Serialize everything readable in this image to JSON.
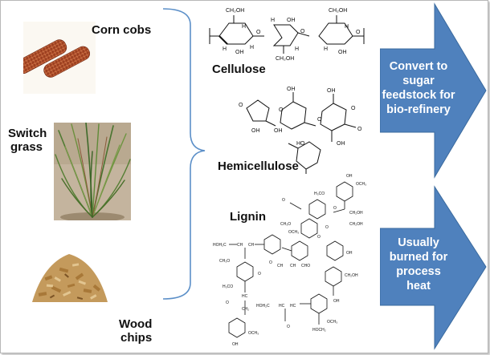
{
  "sources": {
    "corn_cobs": "Corn cobs",
    "switch_grass_line1": "Switch",
    "switch_grass_line2": "grass",
    "wood_chips_line1": "Wood",
    "wood_chips_line2": "chips"
  },
  "components": {
    "cellulose": "Cellulose",
    "hemicellulose": "Hemicellulose",
    "lignin": "Lignin"
  },
  "arrows": {
    "top": {
      "line1": "Convert to",
      "line2": "sugar",
      "line3": "feedstock for",
      "line4": "bio-refinery"
    },
    "bottom": {
      "line1": "Usually",
      "line2": "burned for",
      "line3": "process",
      "line4": "heat"
    }
  },
  "atoms": {
    "H": "H",
    "OH": "OH",
    "O": "O",
    "HO": "HO",
    "CH2OH": "CH₂OH",
    "OCH3": "OCH₃",
    "H3CO": "H₃CO",
    "CH3O": "CH₃O",
    "CHO": "CHO",
    "HOH2C": "HOH₂C",
    "HC": "HC",
    "CH": "CH",
    "C": "C",
    "CH2": "CH₂",
    "HOCH2": "HOCH₂"
  },
  "colors": {
    "arrow_fill": "#4f81bd",
    "arrow_stroke": "#3a6a9e",
    "brace": "#5b8fc8"
  }
}
